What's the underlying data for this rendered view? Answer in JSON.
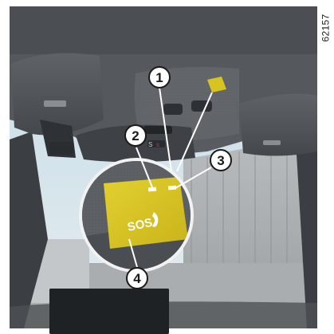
{
  "figure": {
    "reference_code": "62157",
    "callouts": [
      "1",
      "2",
      "3",
      "4"
    ],
    "sos_button_label": "SOS",
    "colors": {
      "sos_button": "#d8c420",
      "callout_fill": "#ffffff",
      "callout_stroke": "#1a1a1a",
      "headliner": "#5a5e62",
      "magnifier_ring": "#f2f2f2"
    }
  }
}
